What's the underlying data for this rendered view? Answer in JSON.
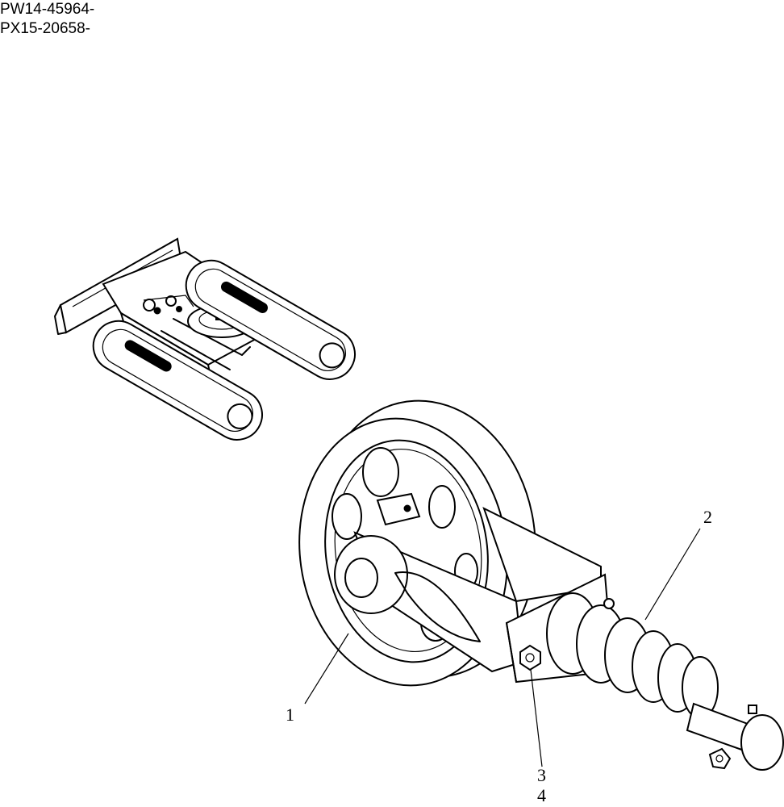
{
  "header": {
    "serial_ranges": [
      "PW14-45964-",
      "PX15-20658-"
    ]
  },
  "callouts": [
    {
      "id": "1",
      "label": "1"
    },
    {
      "id": "2",
      "label": "2"
    },
    {
      "id": "3",
      "label": "3"
    },
    {
      "id": "4",
      "label": "4"
    }
  ],
  "colors": {
    "line": "#000000",
    "background": "#ffffff"
  }
}
